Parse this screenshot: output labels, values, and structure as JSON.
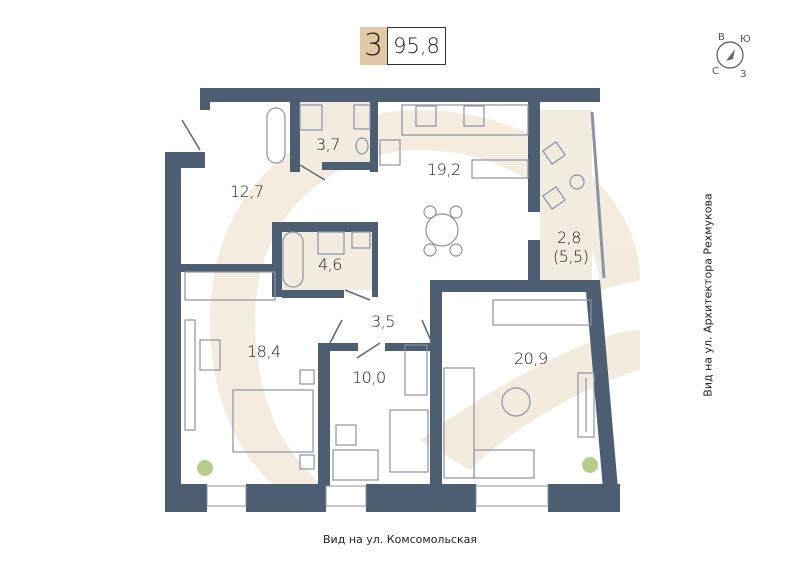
{
  "header": {
    "rooms_count": "3",
    "total_area": "95,8"
  },
  "compass": {
    "north": "С",
    "east": "В",
    "south": "Ю",
    "west": "З"
  },
  "rooms": [
    {
      "id": "hall",
      "area": "12,7"
    },
    {
      "id": "wc",
      "area": "3,7"
    },
    {
      "id": "kitchen",
      "area": "19,2"
    },
    {
      "id": "bathroom",
      "area": "4,6"
    },
    {
      "id": "balcony",
      "area": "2,8",
      "area_full": "(5,5)"
    },
    {
      "id": "corridor",
      "area": "3,5"
    },
    {
      "id": "bedroom",
      "area": "18,4"
    },
    {
      "id": "kids-room",
      "area": "10,0"
    },
    {
      "id": "living-room",
      "area": "20,9"
    }
  ],
  "views": {
    "bottom": "Вид на ул. Комсомольская",
    "right": "Вид на ул. Архитектора Рехмукова"
  },
  "colors": {
    "wall": "#4d5d72",
    "wall_light": "#6f7b8a",
    "accent_beige": "#e3c9a3",
    "floor_tint": "#f1ebe0",
    "furniture": "#8a94a3"
  }
}
